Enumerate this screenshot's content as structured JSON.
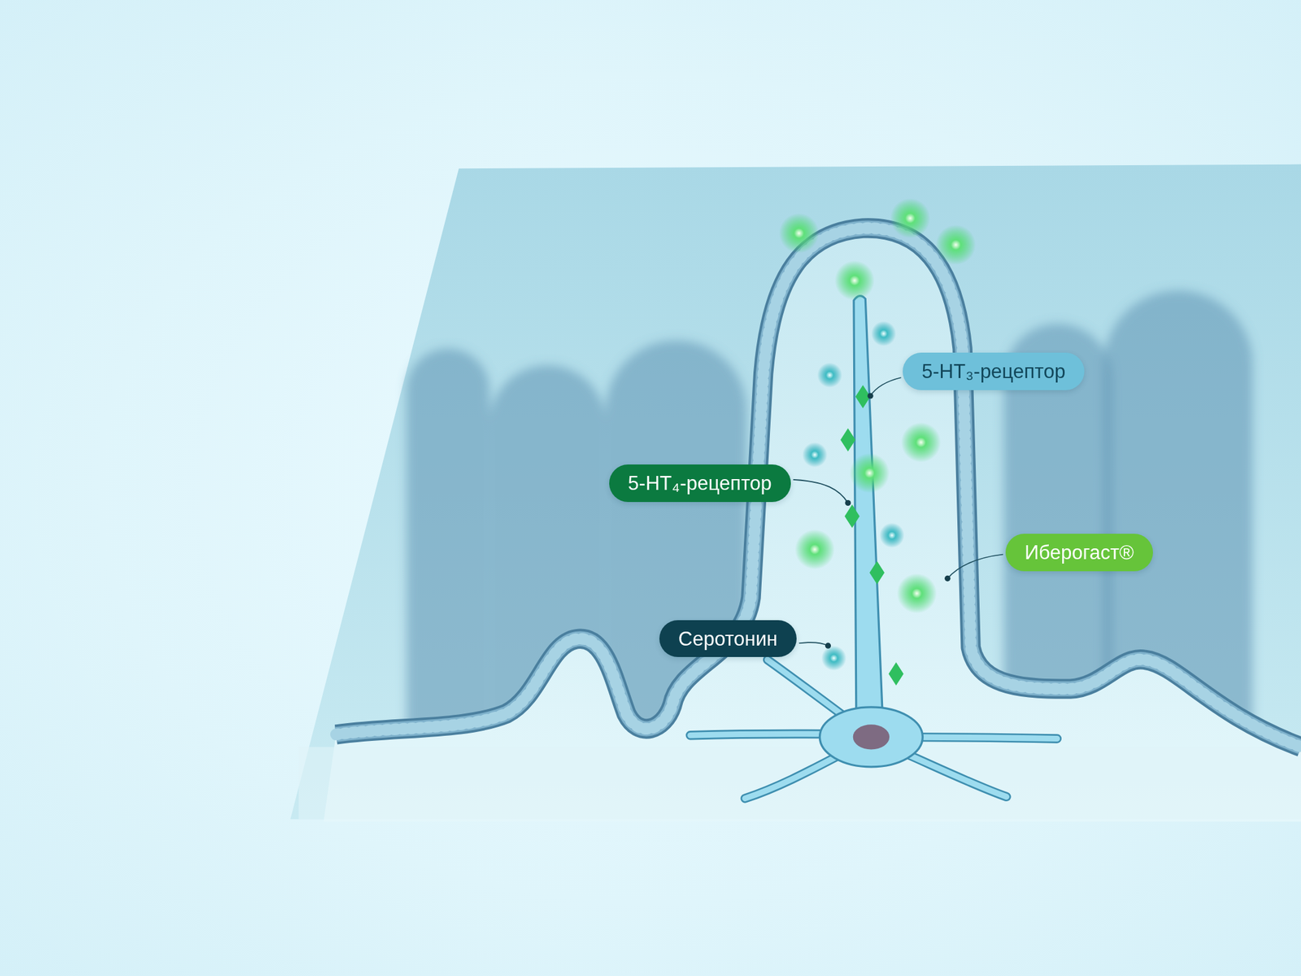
{
  "diagram": {
    "nodes": [
      {
        "text": [
          "5-HT₃-рецептор"
        ]
      },
      {
        "text": [
          "5-HT₄-рецептор"
        ]
      },
      {
        "text": [
          "Иберогаст®"
        ]
      },
      {
        "text": [
          "Серотонин"
        ]
      }
    ]
  }
}
